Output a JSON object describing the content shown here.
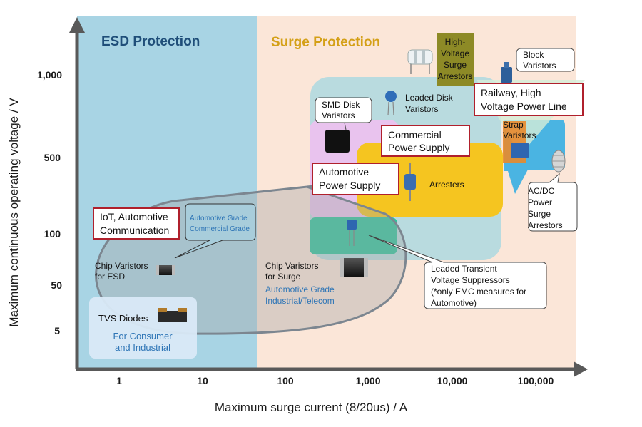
{
  "regions": {
    "esd": "ESD Protection",
    "surge": "Surge Protection"
  },
  "axes": {
    "x_label": "Maximum surge current (8/20us) / A",
    "y_label": "Maximum continuous operating  voltage / V",
    "x_ticks": [
      "1",
      "10",
      "100",
      "1,000",
      "10,000",
      "100,000"
    ],
    "y_ticks": [
      "1,000",
      "500",
      "100",
      "50",
      "5"
    ]
  },
  "products": {
    "hv_surge_arrestors": [
      "High-",
      "Voltage",
      "Surge",
      "Arrestors"
    ],
    "block_varistors": [
      "Block",
      "Varistors"
    ],
    "leaded_disk_varistors": [
      "Leaded Disk",
      "Varistors"
    ],
    "smd_disk_varistors": [
      "SMD Disk",
      "Varistors"
    ],
    "strap_varistors": [
      "Strap",
      "Varistors"
    ],
    "arresters": "Arresters",
    "acdc_surge_arrestors": [
      "AC/DC",
      "Power",
      "Surge",
      "Arrestors"
    ],
    "chip_varistors_esd": [
      "Chip Varistors",
      "for ESD"
    ],
    "chip_varistors_surge": [
      "Chip Varistors",
      "for Surge"
    ],
    "chip_surge_grades": [
      "Automotive Grade",
      "Industrial/Telecom"
    ],
    "tvs_diodes": "TVS Diodes",
    "tvs_market": [
      "For Consumer",
      "and Industrial"
    ],
    "esd_grades": [
      "Automotive Grade",
      "Commercial Grade"
    ],
    "leaded_tvs": [
      "Leaded Transient",
      "Voltage Suppressors",
      "(*only EMC measures for",
      "Automotive)"
    ]
  },
  "applications": {
    "railway": [
      "Railway, High",
      "Voltage Power Line"
    ],
    "commercial": [
      "Commercial",
      "Power Supply"
    ],
    "automotive": [
      "Automotive",
      "Power Supply"
    ],
    "iot": [
      "IoT, Automotive",
      "Communication"
    ]
  },
  "colors": {
    "esd_bg": "#a8d4e4",
    "surge_bg": "#fbe6d8",
    "accent_red": "#b0202c",
    "esd_title": "#1f4e79",
    "surge_title": "#d4a017",
    "grade_blue": "#2e75b6"
  }
}
